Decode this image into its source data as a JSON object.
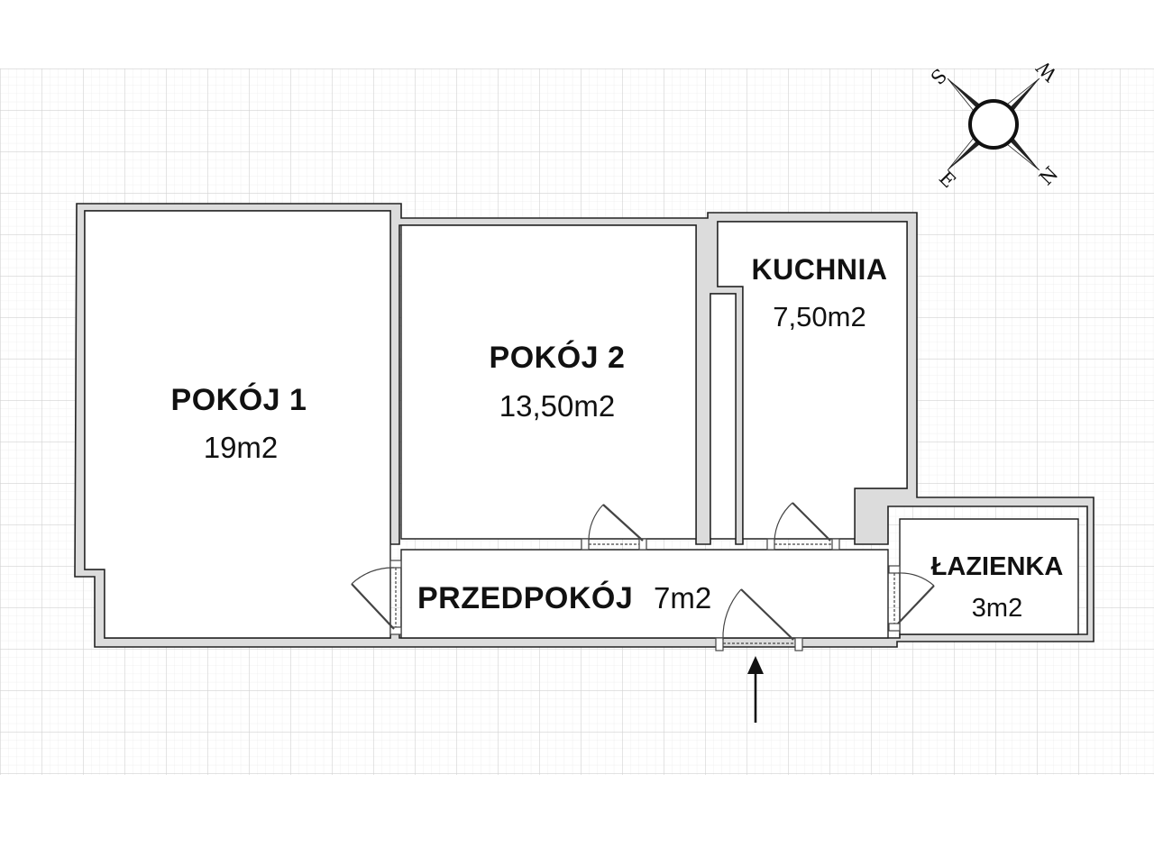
{
  "rooms": {
    "pokoj1": {
      "name": "POKÓJ 1",
      "area": "19m2"
    },
    "pokoj2": {
      "name": "POKÓJ 2",
      "area": "13,50m2"
    },
    "kuchnia": {
      "name": "KUCHNIA",
      "area": "7,50m2"
    },
    "przedpokoj": {
      "name": "PRZEDPOKÓJ",
      "area": "7m2"
    },
    "lazienka": {
      "name": "ŁAZIENKA",
      "area": "3m2"
    }
  },
  "compass": {
    "n": "N",
    "e": "E",
    "s": "S",
    "w": "W"
  },
  "colors": {
    "grid_major": "#d6d6d6",
    "grid_minor": "#eeeeee",
    "wall": "#222222",
    "wall_fill": "#dcdcdc",
    "door": "#444444"
  },
  "icons": {
    "compass": "compass-rose-icon",
    "entrance": "entrance-arrow-icon"
  }
}
